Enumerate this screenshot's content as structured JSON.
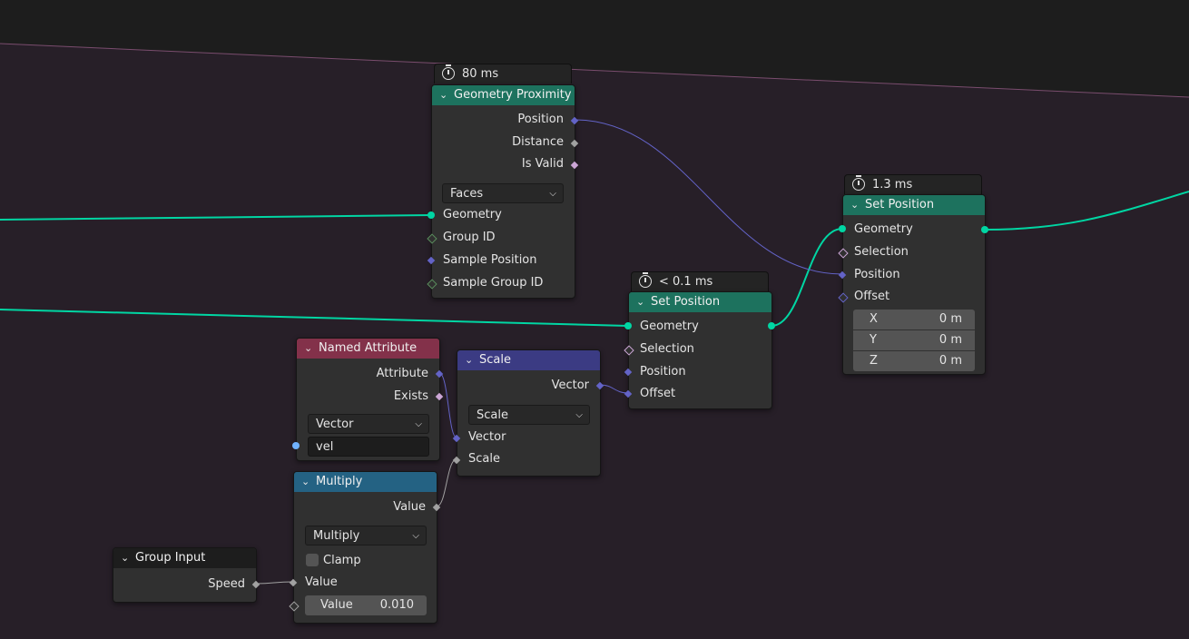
{
  "colors": {
    "geometry_socket": "#00d6a3",
    "vector_socket": "#6363c7",
    "float_socket": "#a1a1a1",
    "bool_socket": "#cca6d6",
    "int_socket": "#598c5c",
    "string_socket": "#70b2ff",
    "header_geometry": "#1d725e",
    "header_attribute": "#83314a",
    "header_vector": "#3b3b83",
    "header_converter": "#246283",
    "header_input": "#1d1d1d"
  },
  "nodes": {
    "geometry_proximity": {
      "timer": "80 ms",
      "title": "Geometry Proximity",
      "out_position": "Position",
      "out_distance": "Distance",
      "out_is_valid": "Is Valid",
      "target_element": "Faces",
      "in_geometry": "Geometry",
      "in_group_id": "Group ID",
      "in_sample_position": "Sample Position",
      "in_sample_group_id": "Sample Group ID"
    },
    "set_position_right": {
      "timer": "1.3 ms",
      "title": "Set Position",
      "geometry": "Geometry",
      "selection": "Selection",
      "position": "Position",
      "offset": "Offset",
      "x_label": "X",
      "x_value": "0 m",
      "y_label": "Y",
      "y_value": "0 m",
      "z_label": "Z",
      "z_value": "0 m"
    },
    "set_position_mid": {
      "timer": "< 0.1 ms",
      "title": "Set Position",
      "geometry": "Geometry",
      "selection": "Selection",
      "position": "Position",
      "offset": "Offset"
    },
    "named_attribute": {
      "title": "Named Attribute",
      "out_attribute": "Attribute",
      "out_exists": "Exists",
      "data_type": "Vector",
      "name_value": "vel"
    },
    "scale": {
      "title": "Scale",
      "out_vector": "Vector",
      "operation": "Scale",
      "in_vector": "Vector",
      "in_scale": "Scale"
    },
    "multiply": {
      "title": "Multiply",
      "out_value": "Value",
      "operation": "Multiply",
      "clamp": "Clamp",
      "in_value": "Value",
      "value_label": "Value",
      "value_number": "0.010"
    },
    "group_input": {
      "title": "Group Input",
      "out_speed": "Speed"
    }
  }
}
